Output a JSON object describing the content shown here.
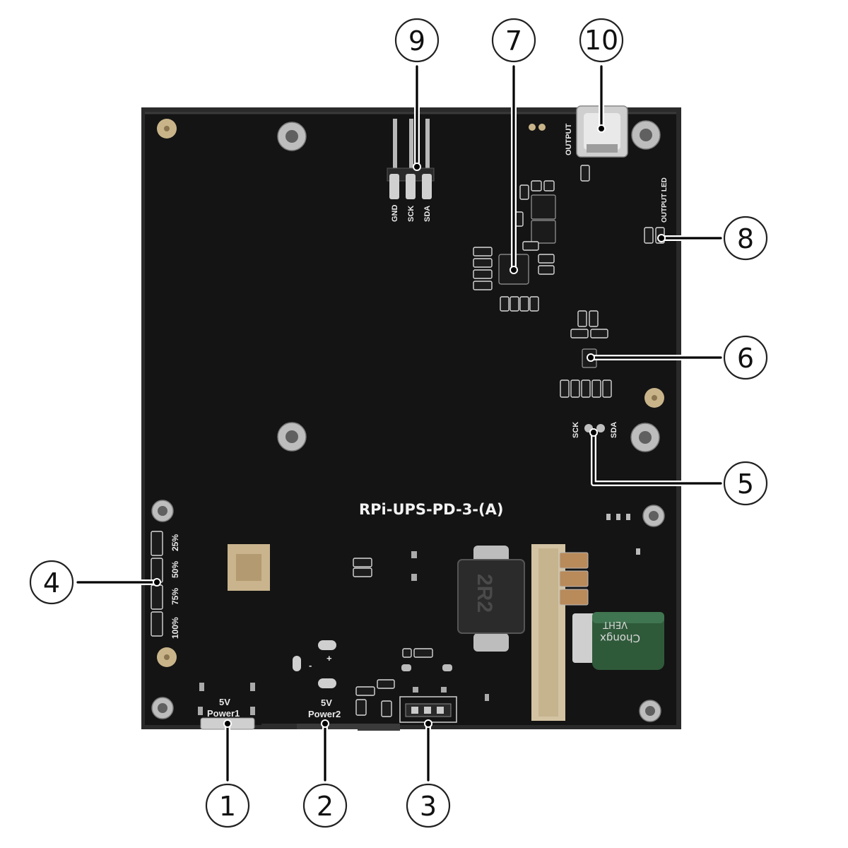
{
  "board": {
    "title": "RPi-UPS-PD-3-(A)",
    "color": "#141414",
    "silkscreen": {
      "header_pins": [
        "GND",
        "SCK",
        "SDA"
      ],
      "test_pads": [
        "SCK",
        "SDA"
      ],
      "output": "OUTPUT",
      "output_led": "OUTPUT LED",
      "battery_levels": [
        "100%",
        "75%",
        "50%",
        "25%"
      ],
      "power1": [
        "5V",
        "Power1"
      ],
      "power2": [
        "5V",
        "Power2"
      ],
      "inductor": "2R2",
      "capacitor_brand": "Chongx",
      "capacitor_series": "VEHT",
      "polarity_plus": "+",
      "polarity_minus": "-"
    }
  },
  "callouts": [
    {
      "label": "1",
      "target": "5V Power1 USB-C port"
    },
    {
      "label": "2",
      "target": "5V Power2 USB-C port"
    },
    {
      "label": "3",
      "target": "switch"
    },
    {
      "label": "4",
      "target": "battery level LEDs"
    },
    {
      "label": "5",
      "target": "SCK/SDA test pads"
    },
    {
      "label": "6",
      "target": "small chip"
    },
    {
      "label": "7",
      "target": "PD controller chip"
    },
    {
      "label": "8",
      "target": "output LED"
    },
    {
      "label": "9",
      "target": "I2C header GND SCK SDA"
    },
    {
      "label": "10",
      "target": "USB-C output port"
    }
  ]
}
